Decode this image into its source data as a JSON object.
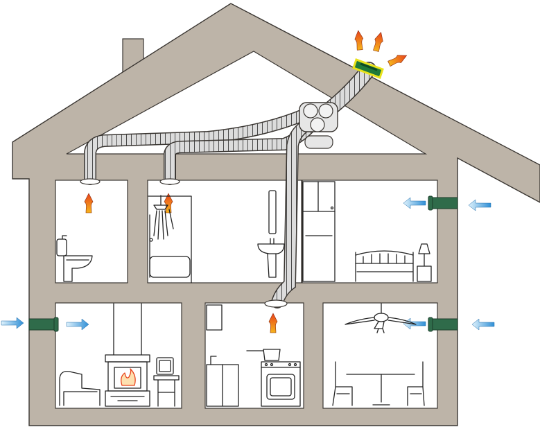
{
  "diagram": {
    "colors": {
      "wall": "#bdb4a8",
      "wall_outline": "#3a3632",
      "room": "#ffffff",
      "exhaust_hot": "#e8421b",
      "exhaust_warm": "#f6b51c",
      "fresh_air": "#2f8fd6",
      "fresh_air_light": "#bfe3f8",
      "inlet_valve": "#2f6b4a",
      "roof_fan": "#1f7a3a",
      "roof_fan_ring": "#e9e21a",
      "duct": "#dcdcdc",
      "duct_stripe": "#4a4a4a"
    },
    "rooms": [
      {
        "id": "toilet",
        "icon": "toilet-icon",
        "airflow": "exhaust"
      },
      {
        "id": "bathroom",
        "icon": "shower-icon",
        "airflow": "exhaust"
      },
      {
        "id": "bedroom",
        "icon": "bed-icon",
        "airflow": "fresh-air-inlet"
      },
      {
        "id": "living-room",
        "icon": "fireplace-icon",
        "airflow": "fresh-air-inlet"
      },
      {
        "id": "kitchen",
        "icon": "stove-icon",
        "airflow": "exhaust"
      },
      {
        "id": "dining-room",
        "icon": "ceiling-fan-icon",
        "airflow": "fresh-air-inlet"
      }
    ],
    "system": {
      "fan_unit": "central-exhaust-fan-icon",
      "roof_outlet": "roof-vent-icon",
      "ducts": 3,
      "exhaust_points": 3,
      "wall_inlets": 3
    }
  }
}
